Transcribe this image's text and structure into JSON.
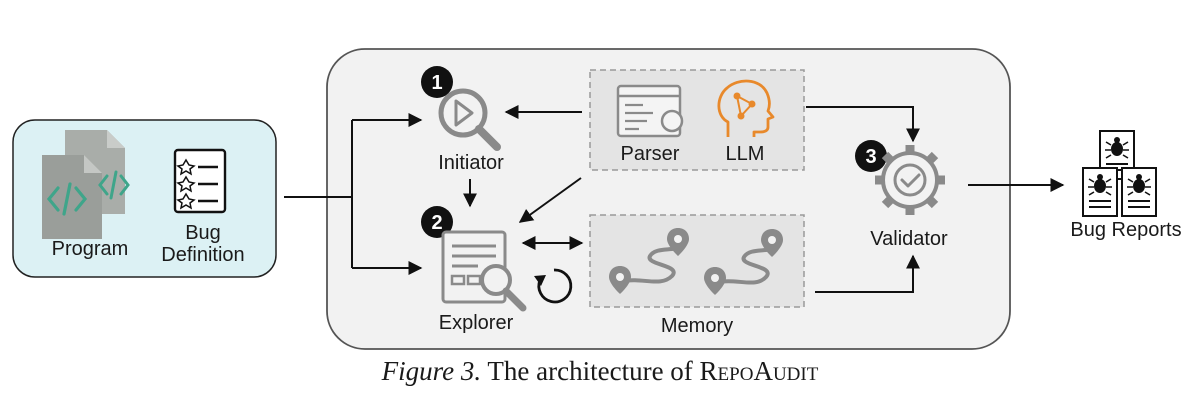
{
  "input": {
    "program_label": "Program",
    "bug_def_line1": "Bug",
    "bug_def_line2": "Definition"
  },
  "agents": {
    "initiator": {
      "step": "1",
      "label": "Initiator"
    },
    "explorer": {
      "step": "2",
      "label": "Explorer"
    },
    "validator": {
      "step": "3",
      "label": "Validator"
    }
  },
  "tools": {
    "parser_label": "Parser",
    "llm_label": "LLM"
  },
  "memory": {
    "label": "Memory"
  },
  "output": {
    "label": "Bug Reports"
  },
  "caption": {
    "prefix": "Figure 3.",
    "text": "The architecture of",
    "name": "RepoAudit"
  },
  "colors": {
    "input_box_fill": "#dcf1f4",
    "main_panel_fill": "#f2f2f2",
    "dashed_box_fill": "#e4e4e4",
    "icon_gray": "#8a8a8a",
    "llm_orange": "#e8892b",
    "code_green": "#3fa58a"
  }
}
